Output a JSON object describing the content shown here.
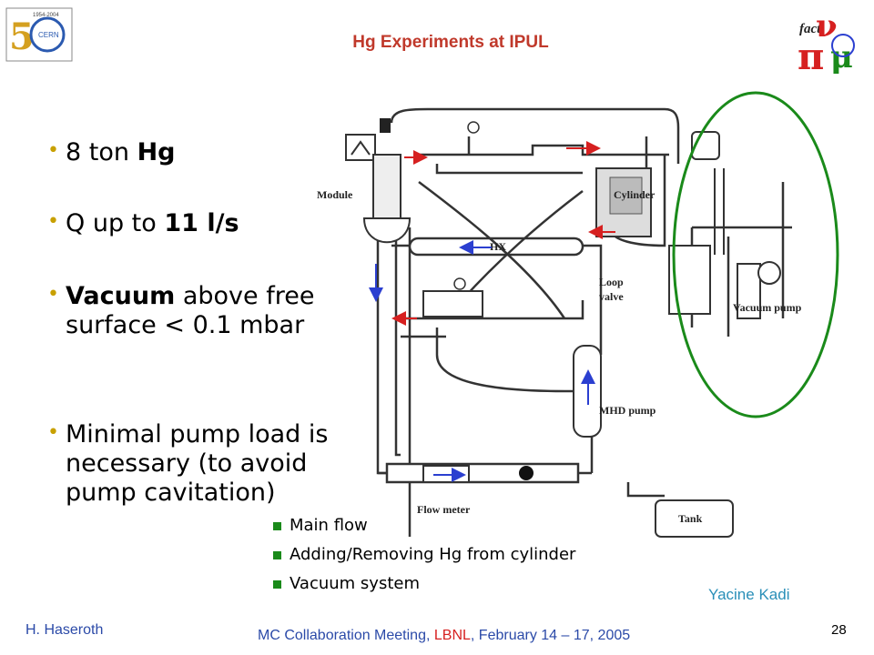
{
  "header": {
    "title": "Hg Experiments at IPUL",
    "logo_left_text": "CERN",
    "logo_left_years": "1954-2004",
    "logo_right_text": "fact"
  },
  "bullets": [
    {
      "parts": [
        {
          "text": "8 ton ",
          "bold": false
        },
        {
          "text": "Hg",
          "bold": true
        }
      ]
    },
    {
      "parts": [
        {
          "text": "Q up to ",
          "bold": false
        },
        {
          "text": "11 l/s",
          "bold": true
        }
      ]
    },
    {
      "parts": [
        {
          "text": "Vacuum",
          "bold": true
        },
        {
          "text": " above free surface < 0.1 mbar",
          "bold": false
        }
      ]
    },
    {
      "parts": [
        {
          "text": "Minimal pump load is necessary (to avoid pump cavitation)",
          "bold": false
        }
      ]
    }
  ],
  "diagram": {
    "labels": {
      "module": "Module",
      "cylinder": "Cylinder",
      "hx": "HX",
      "loop_valve_1": "Loop",
      "loop_valve_2": "valve",
      "vacuum_pump": "Vacuum pump",
      "mhd_pump": "MHD pump",
      "flow_meter": "Flow meter",
      "tank": "Tank"
    },
    "colors": {
      "main_flow": "#2b3fd0",
      "adding_removing": "#d62020",
      "vacuum": "#1a8a1a"
    }
  },
  "legend": [
    {
      "label": "Main flow"
    },
    {
      "label": "Adding/Removing Hg from cylinder"
    },
    {
      "label": "Vacuum system"
    }
  ],
  "credit": "Yacine Kadi",
  "footer": {
    "left": "H. Haseroth",
    "center_prefix": "MC Collaboration Meeting, ",
    "center_highlight": "LBNL",
    "center_suffix": ", February 14 – 17, 2005",
    "page_number": "28"
  }
}
